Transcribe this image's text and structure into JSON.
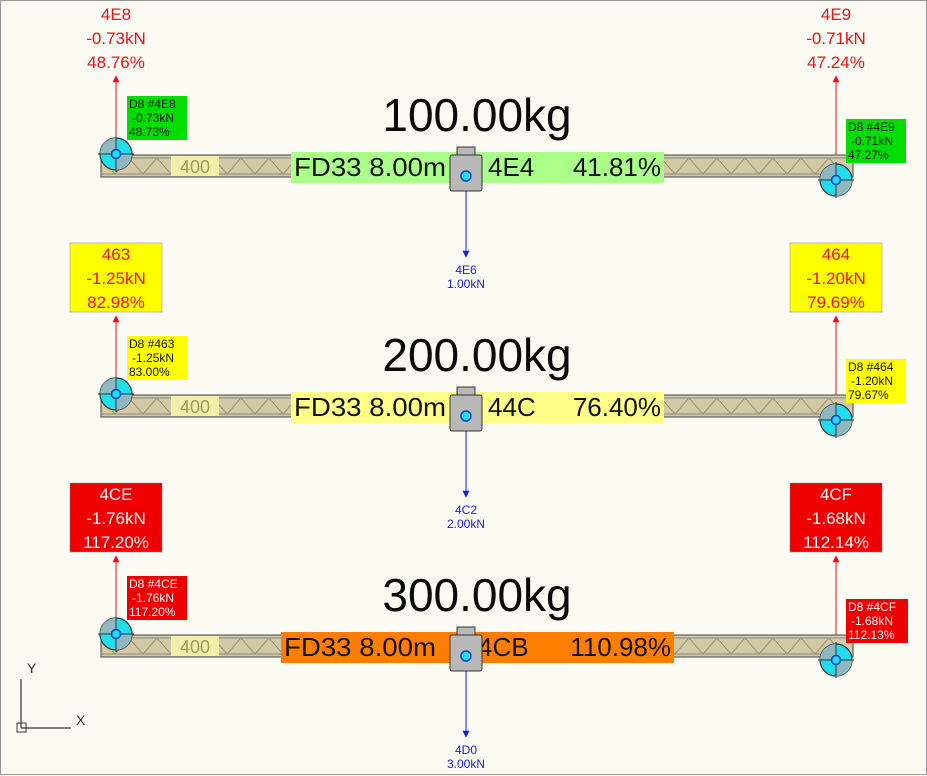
{
  "colors": {
    "background": "#fbfbf3",
    "reaction_text": "#e8121b",
    "load_arrow": "#1a1aee",
    "ok_green": "#00dd00",
    "warn_yellow": "#ffff00",
    "fail_red": "#ee0000",
    "util_green": "#aaff88",
    "util_yellow": "#ffff88",
    "util_orange": "#ff7e00",
    "node_cyan": "#22ddee",
    "truss_tan": "#d2c9a6"
  },
  "axis_icon": {
    "y_label": "Y",
    "x_label": "X"
  },
  "beams": [
    {
      "mass_label": "100.00kg",
      "status": "green",
      "beam_size": "400",
      "utilisation": {
        "text": "FD33  8.00m",
        "id": "4E4",
        "percent": "41.81%",
        "fill": "#aaff88"
      },
      "load": {
        "id": "4E6",
        "value": "1.00kN"
      },
      "left_reaction": {
        "id": "4E8",
        "force": "-0.73kN",
        "percent": "48.76%",
        "boxed": false
      },
      "right_reaction": {
        "id": "4E9",
        "force": "-0.71kN",
        "percent": "47.24%",
        "boxed": false
      },
      "left_tag": {
        "line1": "D8  #4E8",
        "line2": "-0.73kN",
        "line3": "48.73%"
      },
      "right_tag": {
        "line1": "D8  #4E9",
        "line2": "-0.71kN",
        "line3": "47.27%"
      }
    },
    {
      "mass_label": "200.00kg",
      "status": "yellow",
      "beam_size": "400",
      "utilisation": {
        "text": "FD33  8.00m",
        "id": "44C",
        "percent": "76.40%",
        "fill": "#ffff88"
      },
      "load": {
        "id": "4C2",
        "value": "2.00kN"
      },
      "left_reaction": {
        "id": "463",
        "force": "-1.25kN",
        "percent": "82.98%",
        "boxed": true
      },
      "right_reaction": {
        "id": "464",
        "force": "-1.20kN",
        "percent": "79.69%",
        "boxed": true
      },
      "left_tag": {
        "line1": "D8  #463",
        "line2": "-1.25kN",
        "line3": "83.00%"
      },
      "right_tag": {
        "line1": "D8  #464",
        "line2": "-1.20kN",
        "line3": "79.67%"
      }
    },
    {
      "mass_label": "300.00kg",
      "status": "red",
      "beam_size": "400",
      "utilisation": {
        "text": "FD33  8.00m",
        "id": "4CB",
        "percent": "110.98%",
        "fill": "#ff7e00"
      },
      "load": {
        "id": "4D0",
        "value": "3.00kN"
      },
      "left_reaction": {
        "id": "4CE",
        "force": "-1.76kN",
        "percent": "117.20%",
        "boxed": true
      },
      "right_reaction": {
        "id": "4CF",
        "force": "-1.68kN",
        "percent": "112.14%",
        "boxed": true
      },
      "left_tag": {
        "line1": "D8  #4CE",
        "line2": "-1.76kN",
        "line3": "117.20%"
      },
      "right_tag": {
        "line1": "D8  #4CF",
        "line2": "-1.68kN",
        "line3": "112.13%"
      }
    }
  ]
}
